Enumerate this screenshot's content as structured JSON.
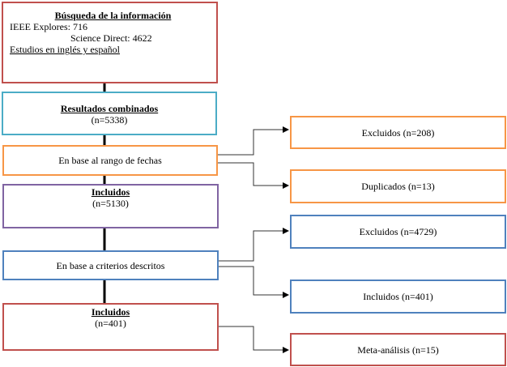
{
  "colors": {
    "red": "#c0504d",
    "cyan": "#4bacc6",
    "orange": "#f79646",
    "purple": "#8064a2",
    "blue": "#4f81bd"
  },
  "search": {
    "title": "Búsqueda de la información",
    "line1": "IEEE Explores: 716",
    "line2": "Science Direct: 4622",
    "line3": "Estudios en inglés y español"
  },
  "combined": {
    "title": "Resultados combinados",
    "count": "(n=5338)"
  },
  "date_filter": {
    "label": "En base al rango de fechas"
  },
  "included1": {
    "title": "Incluidos",
    "count": "(n=5130)"
  },
  "criteria": {
    "label": "En base a criterios descritos"
  },
  "included2": {
    "title": "Incluidos",
    "count": "(n=401)"
  },
  "right": {
    "excluded1": "Excluidos (n=208)",
    "duplicates": "Duplicados (n=13)",
    "excluded2": "Excluidos (n=4729)",
    "included": "Incluidos (n=401)",
    "meta": "Meta-análisis (n=15)"
  }
}
